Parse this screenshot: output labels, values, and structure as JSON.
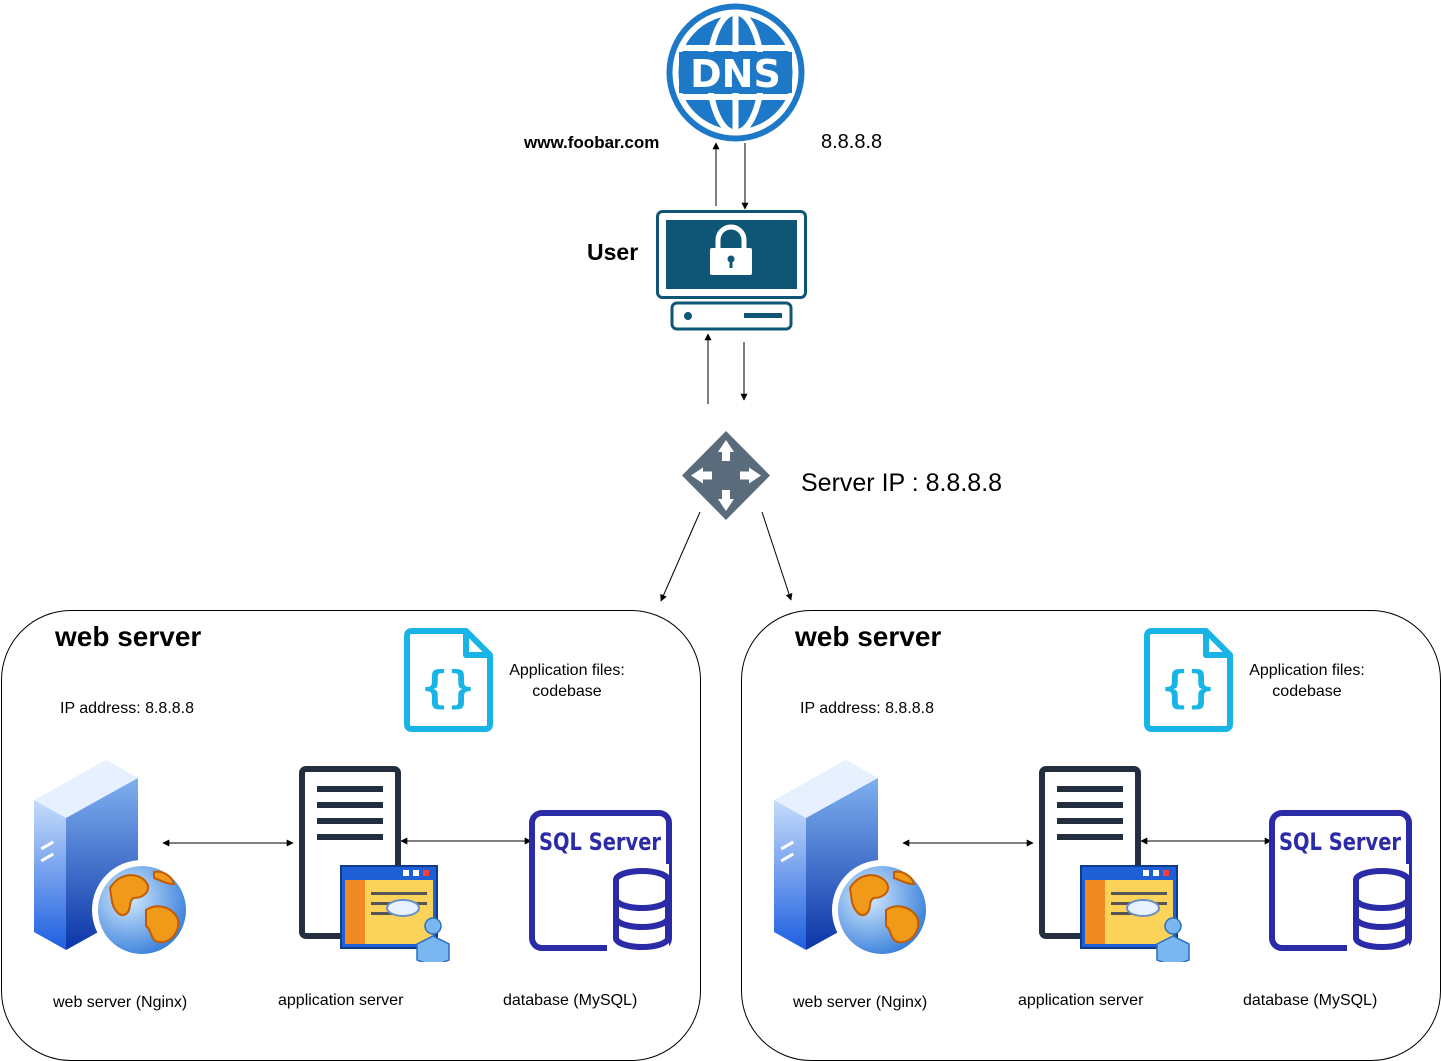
{
  "dns": {
    "icon_text": "DNS",
    "domain": "www.foobar.com",
    "ip": "8.8.8.8"
  },
  "user": {
    "label": "User"
  },
  "router": {
    "label": "Server IP : 8.8.8.8"
  },
  "servers": [
    {
      "title": "web server",
      "ip_label": "IP address: 8.8.8.8",
      "app_files_line1": "Application files:",
      "app_files_line2": "codebase",
      "sql_text": "SQL Server",
      "web_label": "web server (Nginx)",
      "app_label": "application server",
      "db_label": "database (MySQL)"
    },
    {
      "title": "web server",
      "ip_label": "IP address: 8.8.8.8",
      "app_files_line1": "Application files:",
      "app_files_line2": "codebase",
      "sql_text": "SQL Server",
      "web_label": "web server (Nginx)",
      "app_label": "application server",
      "db_label": "database (MySQL)"
    }
  ],
  "colors": {
    "dns_blue": "#1e78c8",
    "monitor": "#0f5576",
    "router": "#5a6b7b",
    "codebase": "#18b4e6",
    "sql": "#2b2aa7",
    "rack": "#232f3e"
  }
}
